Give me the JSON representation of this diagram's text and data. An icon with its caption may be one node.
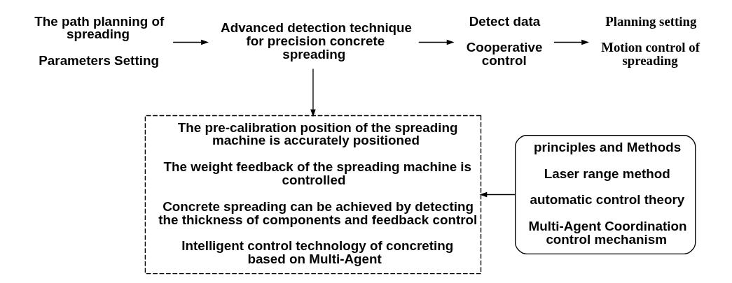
{
  "diagram": {
    "nodes": [
      {
        "text": [
          "The path planning of spreading",
          "Parameters Setting"
        ]
      },
      {
        "text": [
          "Advanced detection technique for precision concrete spreading"
        ]
      },
      {
        "text": [
          "Detect data",
          "Cooperative control"
        ]
      },
      {
        "text": [
          "Planning setting",
          "Motion control of spreading"
        ]
      },
      {
        "text": [
          "The pre-calibration position of the spreading machine is accurately positioned",
          "The weight feedback of the spreading machine is controlled",
          "Concrete spreading can be achieved by detecting the thickness of components and feedback control",
          "Intelligent control technology of concreting based on Multi-Agent"
        ]
      },
      {
        "text": [
          "principles and Methods",
          "Laser range method",
          "automatic control theory",
          "Multi-Agent Coordination control mechanism"
        ]
      }
    ],
    "edges": [
      {
        "from": 0,
        "to": 1,
        "arrow": "to"
      },
      {
        "from": 1,
        "to": 2,
        "arrow": "to"
      },
      {
        "from": 2,
        "to": 3,
        "arrow": "to"
      },
      {
        "from": 1,
        "to": 4,
        "arrow": "to"
      },
      {
        "from": 5,
        "to": 4,
        "arrow": "to"
      }
    ]
  }
}
